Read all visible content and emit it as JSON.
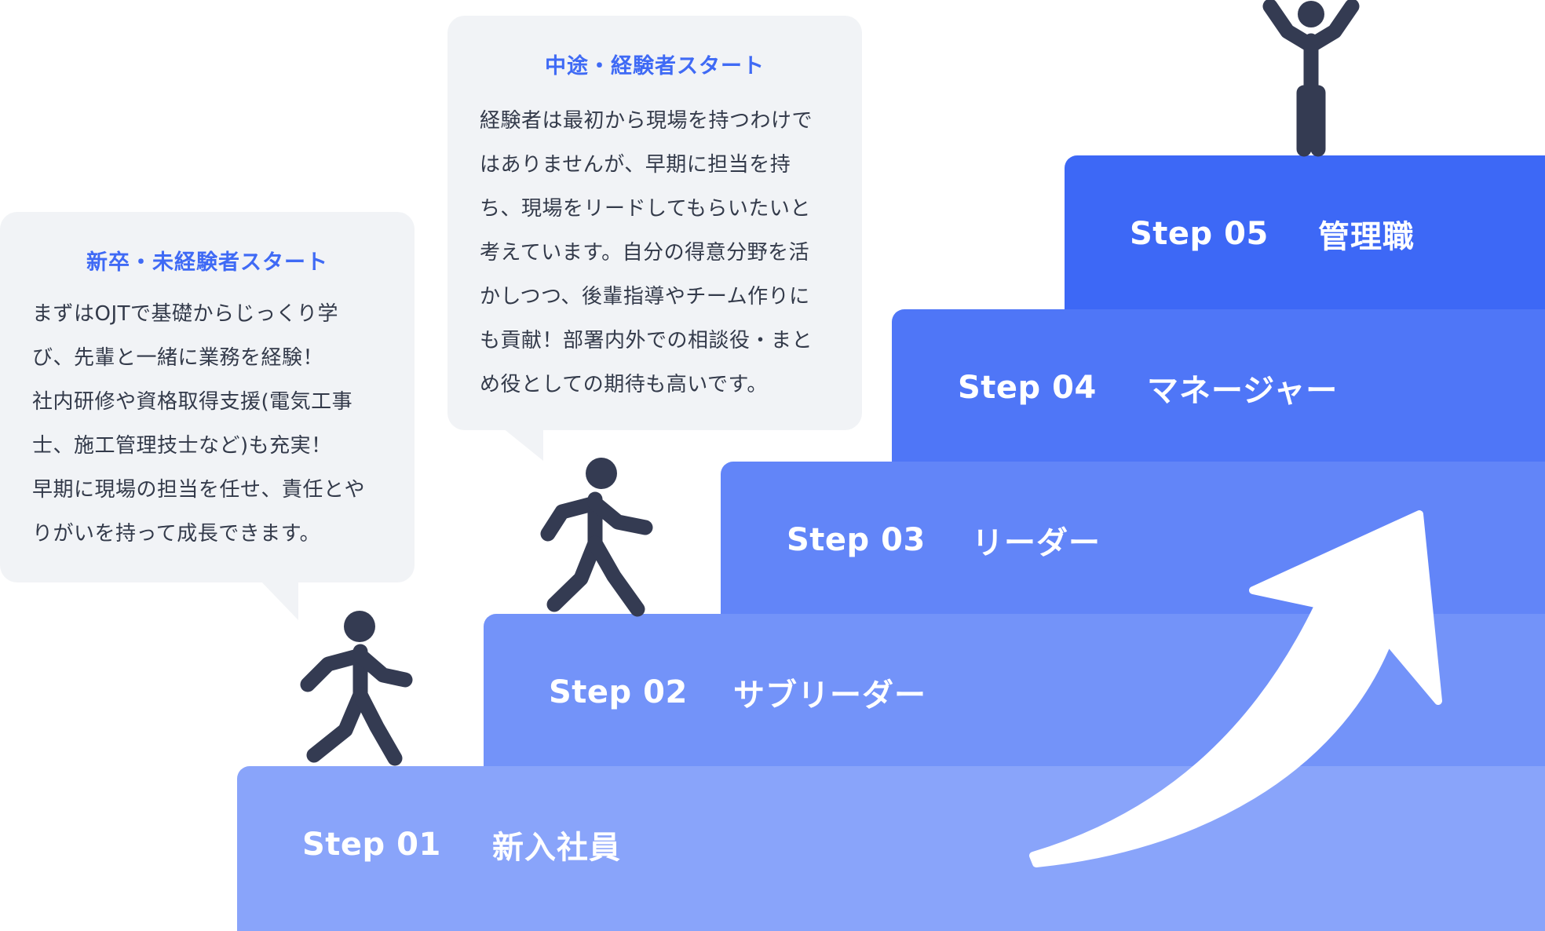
{
  "colors": {
    "step1": "#89a4fa",
    "step2": "#7393f9",
    "step3": "#6285f8",
    "step4": "#4f76f7",
    "step5": "#3d68f6",
    "figure": "#343b52",
    "bubble_bg": "#f1f3f6",
    "accent_text": "#3f6af5"
  },
  "steps": [
    {
      "label": "Step 01",
      "role": "新入社員"
    },
    {
      "label": "Step 02",
      "role": "サブリーダー"
    },
    {
      "label": "Step 03",
      "role": "リーダー"
    },
    {
      "label": "Step 04",
      "role": "マネージャー"
    },
    {
      "label": "Step 05",
      "role": "管理職"
    }
  ],
  "bubbles": {
    "new_grad": {
      "title": "新卒・未経験者スタート",
      "text": "まずはOJTで基礎からじっくり学\nび、先輩と一緒に業務を経験！\n社内研修や資格取得支援(電気工事\n士、施工管理技士など)も充実！\n早期に現場の担当を任せ、責任とや\nりがいを持って成長できます。"
    },
    "mid_career": {
      "title": "中途・経験者スタート",
      "text": "経験者は最初から現場を持つわけで\nはありませんが、早期に担当を持\nち、現場をリードしてもらいたいと\n考えています。自分の得意分野を活\nかしつつ、後輩指導やチーム作りに\nも貢献！部署内外での相談役・まと\nめ役としての期待も高いです。"
    }
  },
  "icons": {
    "walker1": "walking-person-icon",
    "walker2": "walking-person-icon",
    "top_figure": "person-arms-raised-icon",
    "growth_arrow": "curved-up-arrow-icon"
  }
}
